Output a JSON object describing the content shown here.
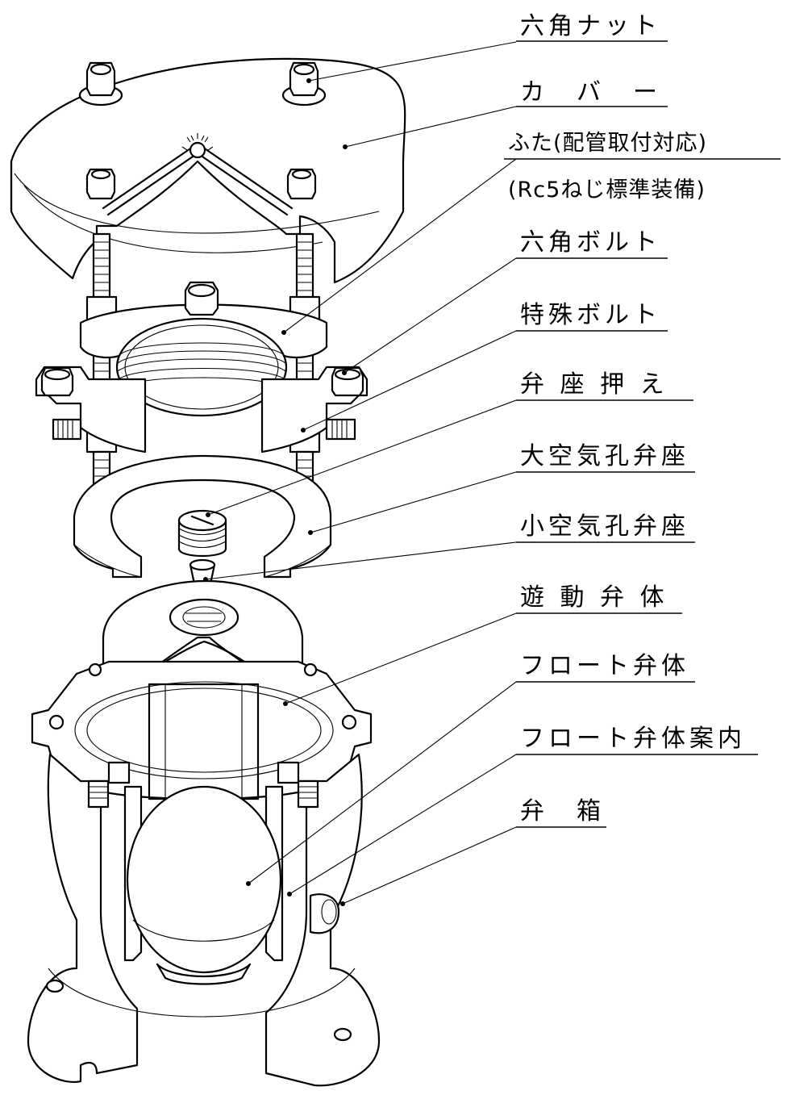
{
  "diagram": {
    "labels": [
      {
        "id": "hex-nut",
        "text": "六角ナット"
      },
      {
        "id": "cover",
        "text": "カ　バ　ー"
      },
      {
        "id": "lid",
        "text": "ふた(配管取付対応)",
        "subtext": "(Rc5ねじ標準装備)"
      },
      {
        "id": "hex-bolt",
        "text": "六角ボルト"
      },
      {
        "id": "special-bolt",
        "text": "特殊ボルト"
      },
      {
        "id": "seat-retainer",
        "text": "弁 座 押 え"
      },
      {
        "id": "large-orifice-seat",
        "text": "大空気孔弁座"
      },
      {
        "id": "small-orifice-seat",
        "text": "小空気孔弁座"
      },
      {
        "id": "floating-disc",
        "text": "遊 動 弁 体"
      },
      {
        "id": "float",
        "text": "フロート弁体"
      },
      {
        "id": "float-guide",
        "text": "フロート弁体案内"
      },
      {
        "id": "valve-body",
        "text": "弁　箱"
      }
    ]
  }
}
